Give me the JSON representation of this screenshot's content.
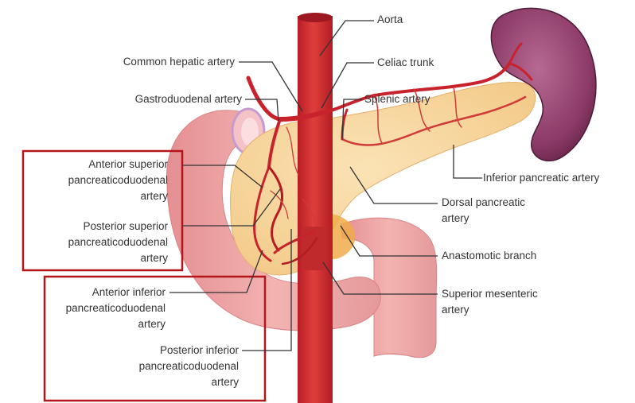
{
  "labels": {
    "aorta": "Aorta",
    "common_hepatic": "Common hepatic artery",
    "celiac_trunk": "Celiac trunk",
    "gastroduodenal": "Gastroduodenal artery",
    "splenic": "Splenic artery",
    "anterior_superior": [
      "Anterior superior",
      "pancreaticoduodenal",
      "artery"
    ],
    "posterior_superior": [
      "Posterior superior",
      "pancreaticoduodenal",
      "artery"
    ],
    "inferior_pancreatic": "Inferior pancreatic artery",
    "dorsal_pancreatic": [
      "Dorsal pancreatic",
      "artery"
    ],
    "anastomotic": "Anastomotic branch",
    "superior_mesenteric": [
      "Superior mesenteric",
      "artery"
    ],
    "anterior_inferior": [
      "Anterior inferior",
      "pancreaticoduodenal",
      "artery"
    ],
    "posterior_inferior": [
      "Posterior inferior",
      "pancreaticoduodenal",
      "artery"
    ]
  },
  "colors": {
    "artery": "#c8232c",
    "artery_light": "#d9423f",
    "pancreas": "#f7d49c",
    "duodenum": "#eaa0a0",
    "spleen": "#8e3c68",
    "highlight_box": "#b3151b",
    "leader_line": "#333333"
  }
}
